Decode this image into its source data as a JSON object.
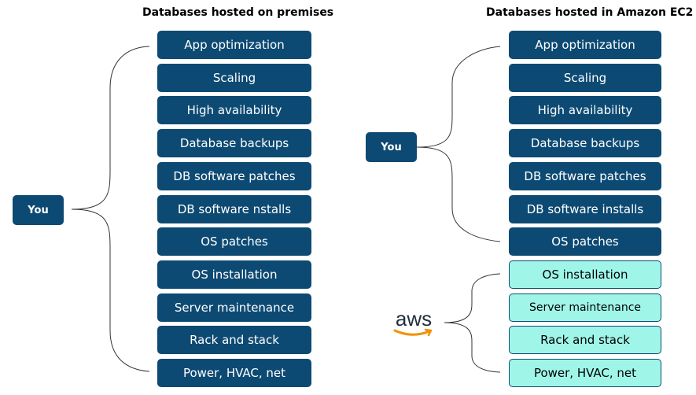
{
  "left": {
    "title": "Databases hosted on premises",
    "owner_label": "You",
    "tasks": [
      "App optimization",
      "Scaling",
      "High availability",
      "Database backups",
      "DB software patches",
      "DB software nstalls",
      "OS patches",
      "OS installation",
      "Server maintenance",
      "Rack and stack",
      "Power, HVAC, net"
    ]
  },
  "right": {
    "title": "Databases hosted in Amazon EC2",
    "owner_label": "You",
    "you_tasks": [
      "App optimization",
      "Scaling",
      "High availability",
      "Database backups",
      "DB software patches",
      "DB software installs",
      "OS patches"
    ],
    "aws_label": "aws",
    "aws_tasks": [
      "OS installation",
      "Server maintenance",
      "Rack and stack",
      "Power, HVAC, net"
    ]
  },
  "colors": {
    "you_fill": "#0d4a73",
    "aws_fill": "#9ff6e8",
    "aws_smile": "#f29100"
  }
}
